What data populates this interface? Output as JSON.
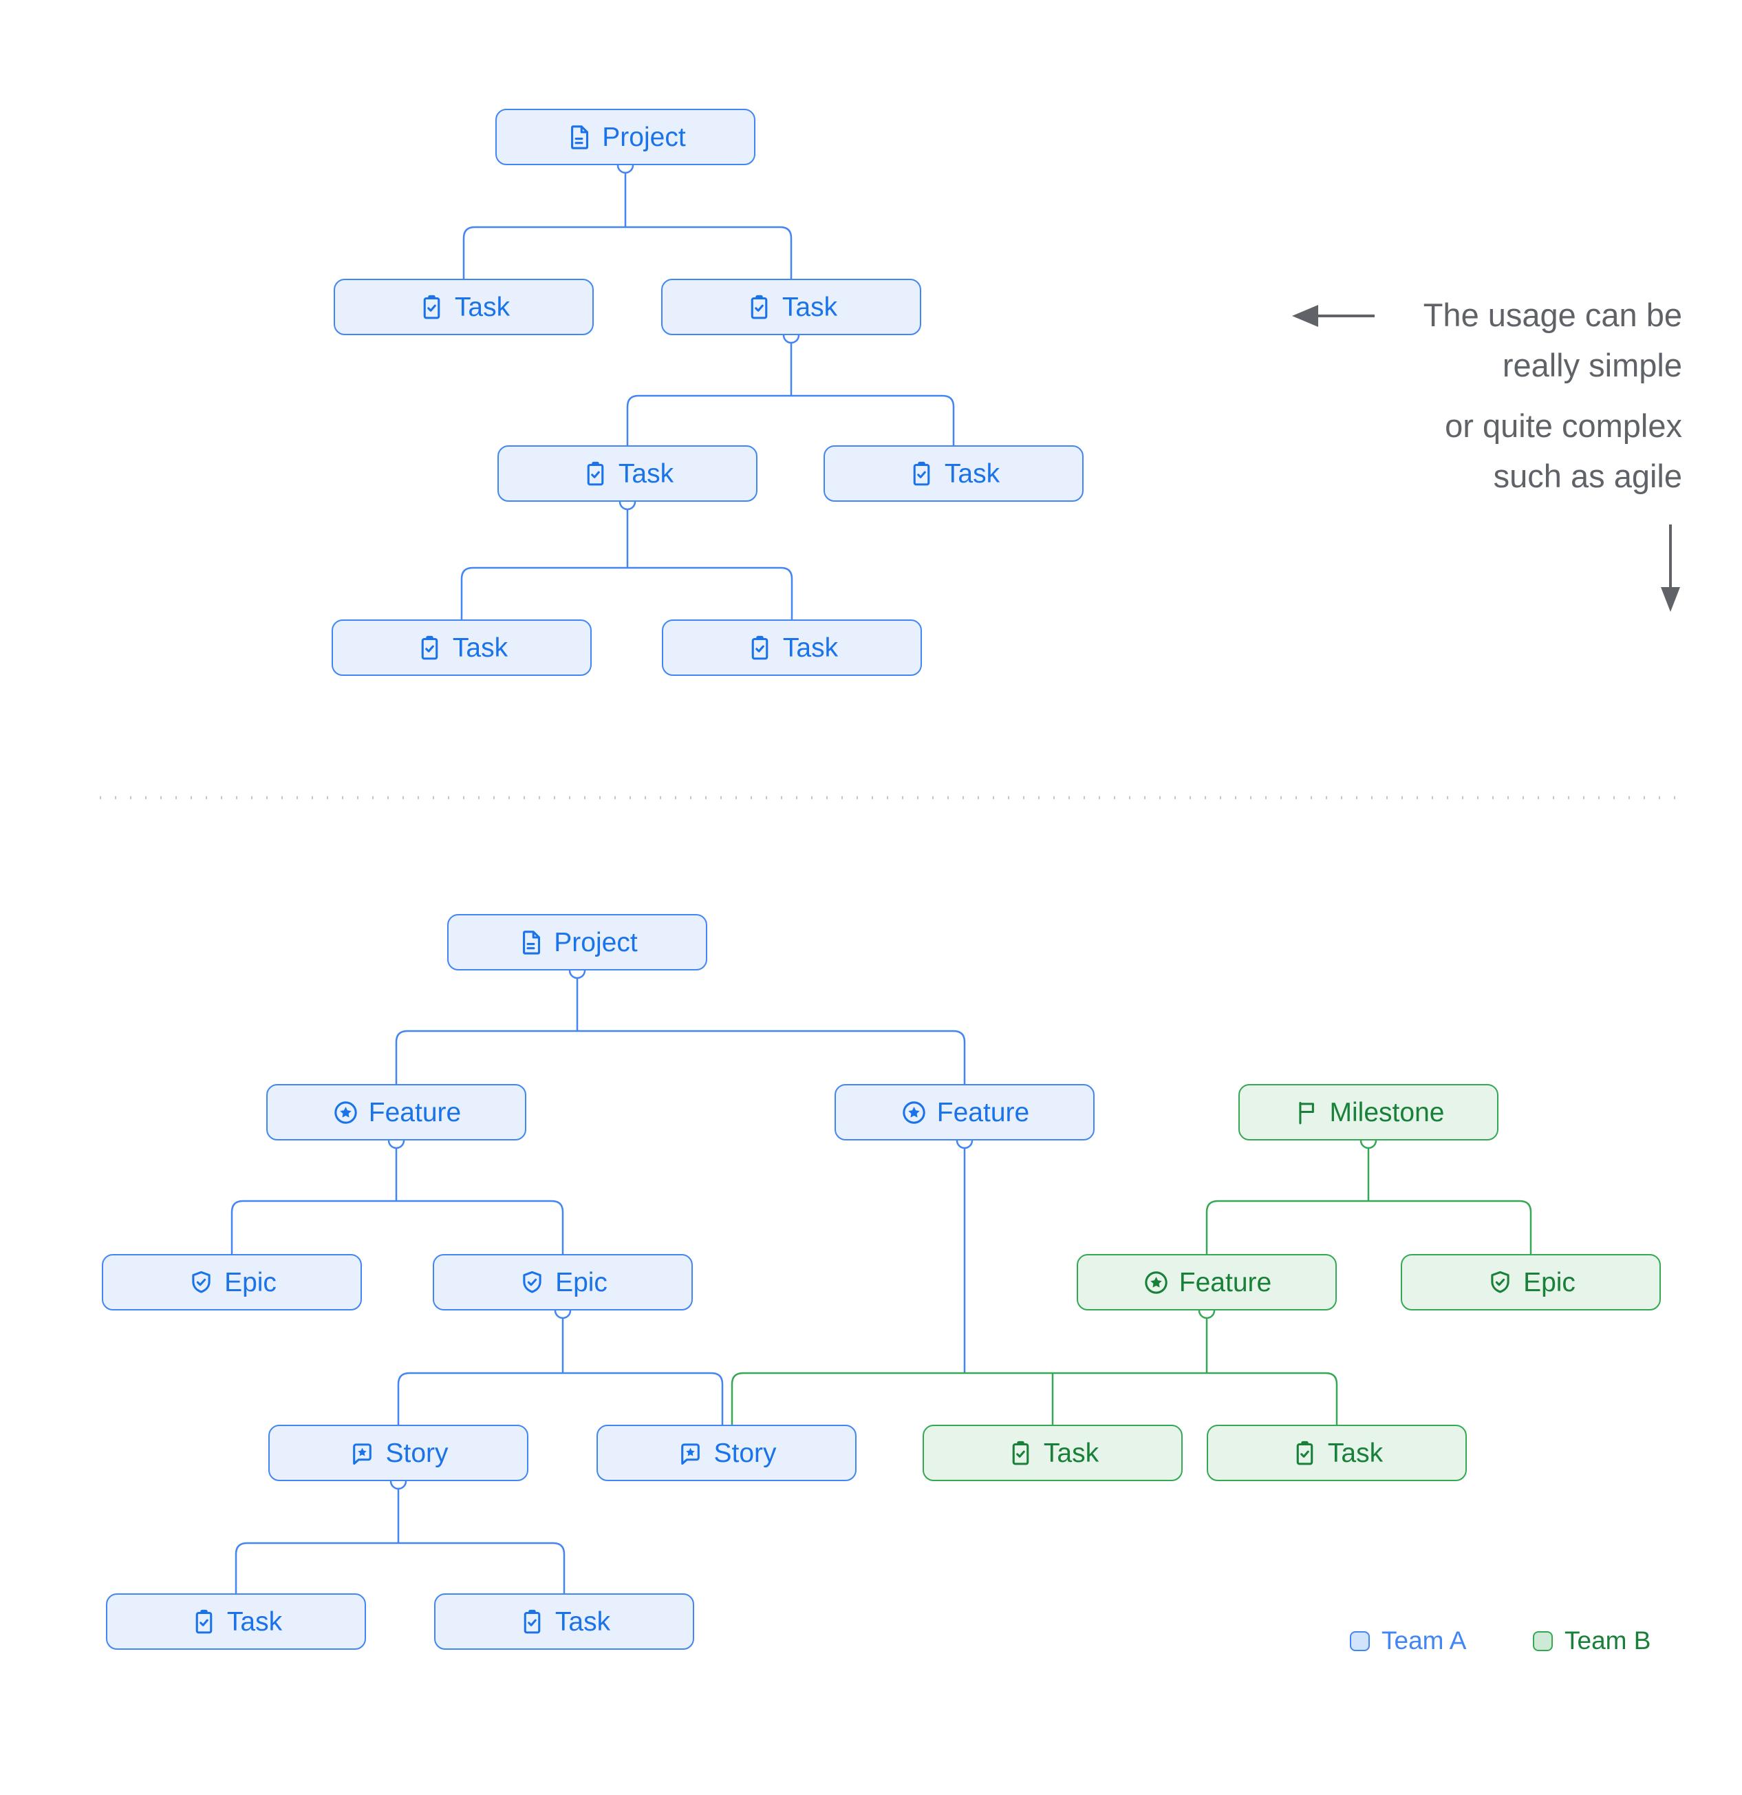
{
  "colors": {
    "blue_border": "#4285f4",
    "blue_text": "#1a73e8",
    "blue_fill": "#e8f0fe",
    "green_border": "#34a853",
    "green_text": "#188038",
    "green_fill": "#e6f4ea",
    "gray_text": "#5f6368",
    "separator": "#c3c7cd",
    "legend_a_fill": "#d2e3fc",
    "legend_b_fill": "#ceead6"
  },
  "nodes": {
    "s_project": "Project",
    "s_task_1": "Task",
    "s_task_2": "Task",
    "s_task_3": "Task",
    "s_task_4": "Task",
    "s_task_5": "Task",
    "s_task_6": "Task",
    "c_project": "Project",
    "c_feature_1": "Feature",
    "c_feature_2": "Feature",
    "c_milestone": "Milestone",
    "c_epic_1": "Epic",
    "c_epic_2": "Epic",
    "c_feature_green": "Feature",
    "c_epic_green": "Epic",
    "c_story_1": "Story",
    "c_story_2": "Story",
    "c_task_g1": "Task",
    "c_task_g2": "Task",
    "c_task_b1": "Task",
    "c_task_b2": "Task"
  },
  "annotation": {
    "lines": [
      "The usage can be",
      "really simple",
      "or quite complex",
      "such as agile"
    ]
  },
  "legend": {
    "team_a": "Team A",
    "team_b": "Team B"
  },
  "structure": {
    "simple_tree_edges": [
      "Project>Task1",
      "Project>Task2",
      "Task2>Task3",
      "Task2>Task4",
      "Task3>Task5",
      "Task3>Task6"
    ],
    "complex_tree_edges": [
      "Project>Feature1",
      "Project>Feature2",
      "Feature1>Epic1",
      "Feature1>Epic2",
      "Epic2>Story1",
      "Epic2>Story2",
      "Feature2>Story2",
      "Feature2>TaskGreen1",
      "Feature2>TaskGreen2",
      "Milestone>FeatureGreen",
      "Milestone>EpicGreen",
      "FeatureGreen>Story2",
      "FeatureGreen>TaskGreen1",
      "FeatureGreen>TaskGreen2",
      "Story1>TaskBlue1",
      "Story1>TaskBlue2"
    ],
    "teams": {
      "blue": "Team A",
      "green": "Team B"
    }
  }
}
